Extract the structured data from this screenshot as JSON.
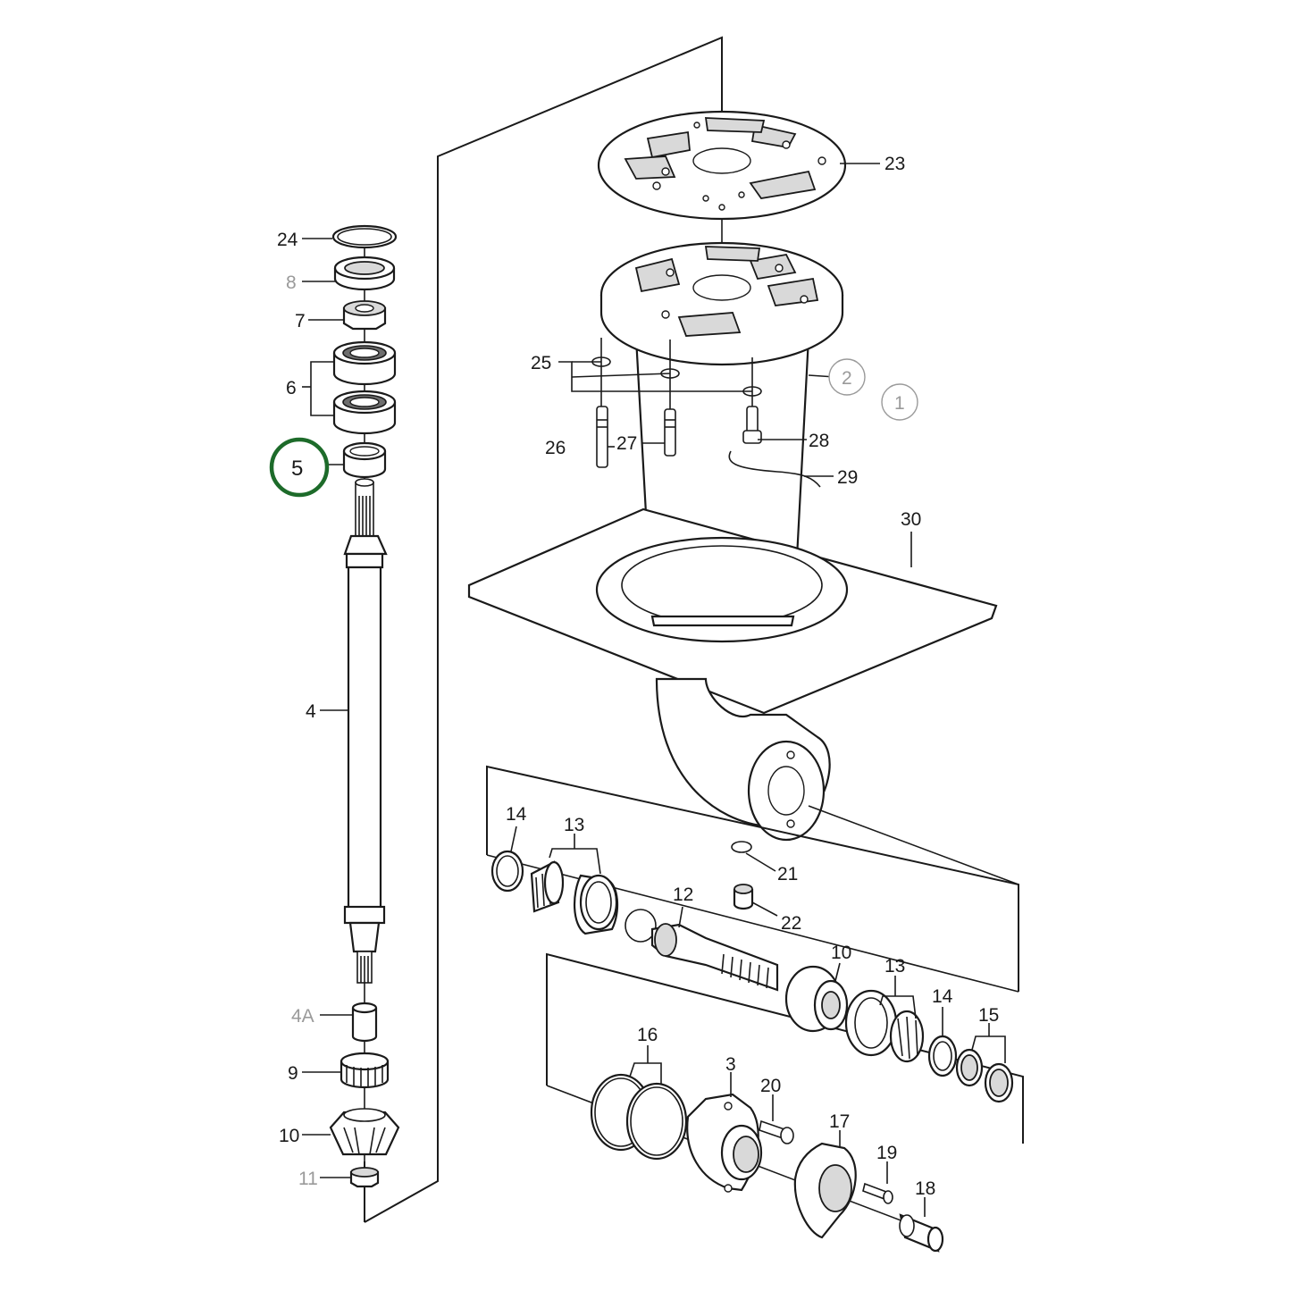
{
  "diagram": {
    "highlighted_part": "5",
    "labels": {
      "p1": "1",
      "p2": "2",
      "p3": "3",
      "p4": "4",
      "p4a": "4A",
      "p5": "5",
      "p6": "6",
      "p7": "7",
      "p8": "8",
      "p9": "9",
      "p10a": "10",
      "p10b": "10",
      "p11": "11",
      "p12": "12",
      "p13a": "13",
      "p13b": "13",
      "p14a": "14",
      "p14b": "14",
      "p15": "15",
      "p16": "16",
      "p17": "17",
      "p18": "18",
      "p19": "19",
      "p20": "20",
      "p21": "21",
      "p22": "22",
      "p23": "23",
      "p24": "24",
      "p25": "25",
      "p26": "26",
      "p27": "27",
      "p28": "28",
      "p29": "29",
      "p30": "30"
    },
    "colors": {
      "line": "#1a1a1a",
      "highlight": "#1d6b2a",
      "greyed_label": "#9a9a9a"
    }
  }
}
